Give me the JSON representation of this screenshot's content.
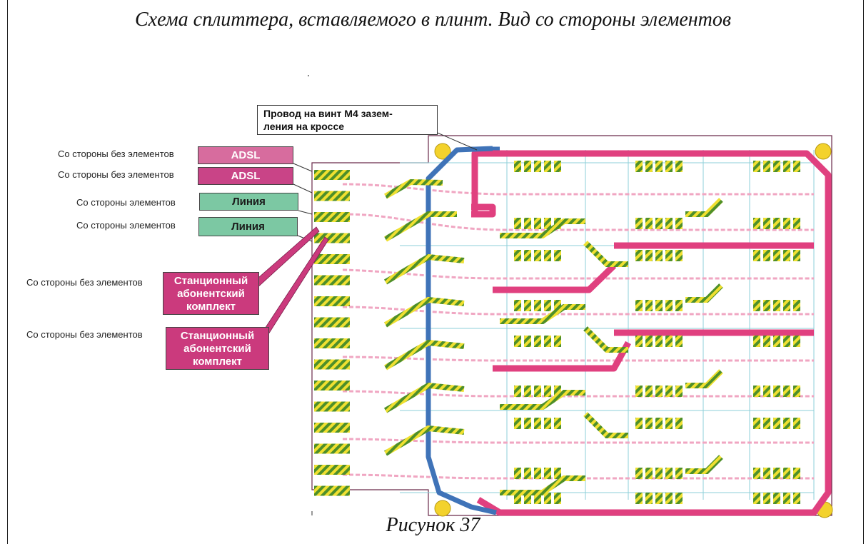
{
  "title": "Схема сплиттера, вставляемого в плинт. Вид со стороны элементов",
  "caption": "Рисунок 37",
  "callout": {
    "line1": "Провод на винт М4 зазем-",
    "line2": "ления на кроссе"
  },
  "side_labels": [
    "Со стороны без элементов",
    "Со стороны без элементов",
    "Со стороны элементов",
    "Со стороны элементов",
    "Со стороны без элементов",
    "Со стороны без элементов"
  ],
  "boxes": [
    {
      "lines": [
        "ADSL"
      ]
    },
    {
      "lines": [
        "ADSL"
      ]
    },
    {
      "lines": [
        "Линия"
      ]
    },
    {
      "lines": [
        "Линия"
      ]
    },
    {
      "lines": [
        "Станционный",
        "абонентский",
        "комплект"
      ]
    },
    {
      "lines": [
        "Станционный",
        "абонентский",
        "комплект"
      ]
    }
  ],
  "colors": {
    "trace_pink": "#e0407f",
    "trace_blue": "#3f73b8",
    "hatch_green": "#5f9e2e",
    "hatch_yellow": "#f0e030",
    "hole": "#f3d22c"
  }
}
